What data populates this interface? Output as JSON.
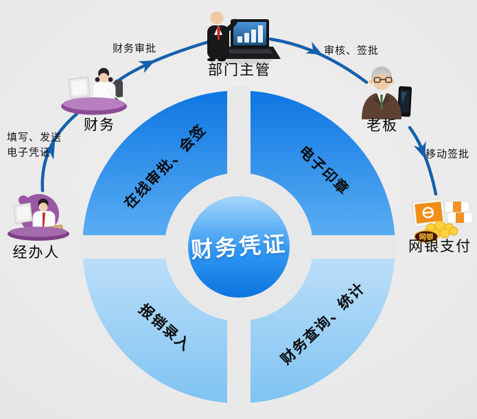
{
  "center": {
    "label": "财务凭证"
  },
  "quadrants": [
    {
      "label": "在线审批、会签"
    },
    {
      "label": "电子印章"
    },
    {
      "label": "报销录入"
    },
    {
      "label": "财务查询、统计"
    }
  ],
  "actors": [
    {
      "label": "部门主管"
    },
    {
      "label": "财务"
    },
    {
      "label": "经办人"
    },
    {
      "label": "老板"
    },
    {
      "label": "网银支付"
    }
  ],
  "flow_labels": {
    "fill_send_line1": "填写、发送",
    "fill_send_line2": "电子凭证",
    "finance_approve": "财务审批",
    "review_sign": "审核、签批",
    "mobile_sign": "移动签批"
  },
  "badge": {
    "ebank": "网银"
  },
  "icons": {
    "manager": "businessman-with-laptop-icon",
    "finance": "woman-at-desk-icon",
    "handler": "clerk-at-desk-icon",
    "boss": "boss-with-phone-icon",
    "ebank": "computer-coins-icon"
  },
  "colors": {
    "background": "#e9e8e8",
    "quadrant_top_dark": "#0d76e2",
    "quadrant_top_light": "#5fb1f4",
    "quadrant_bottom_light": "#bedff9",
    "quadrant_bottom_dark": "#7fc3f2",
    "center_top": "#a5d6f9",
    "center_bottom": "#0b74e0",
    "arrow": "#1560ac",
    "desk_purple": "#9a54a2",
    "badge_bg": "#4a0f06",
    "badge_text": "#f5c83a"
  }
}
